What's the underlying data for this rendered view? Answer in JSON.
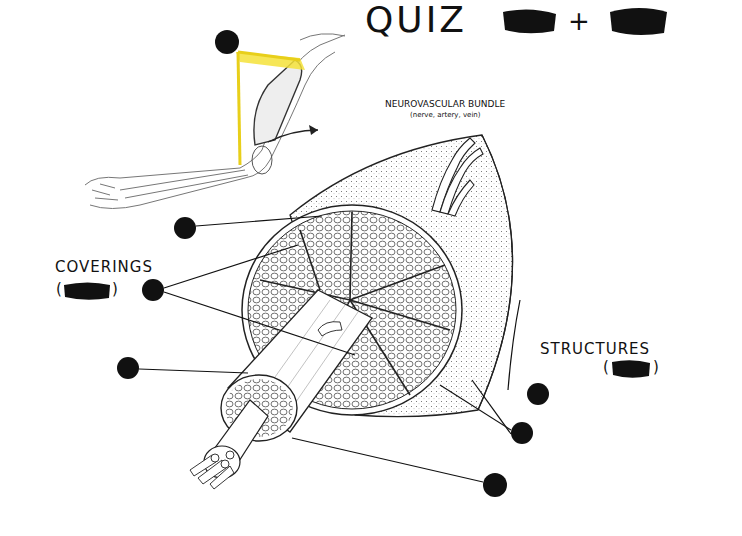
{
  "diagram": {
    "title": "QUIZ",
    "labels": [
      "+",
      "NEUROVASCULAR BUNDLE",
      "(nerve, artery, vein)",
      "COVERINGS",
      "(",
      ")",
      "STRUCTURES",
      "(",
      ")"
    ]
  }
}
